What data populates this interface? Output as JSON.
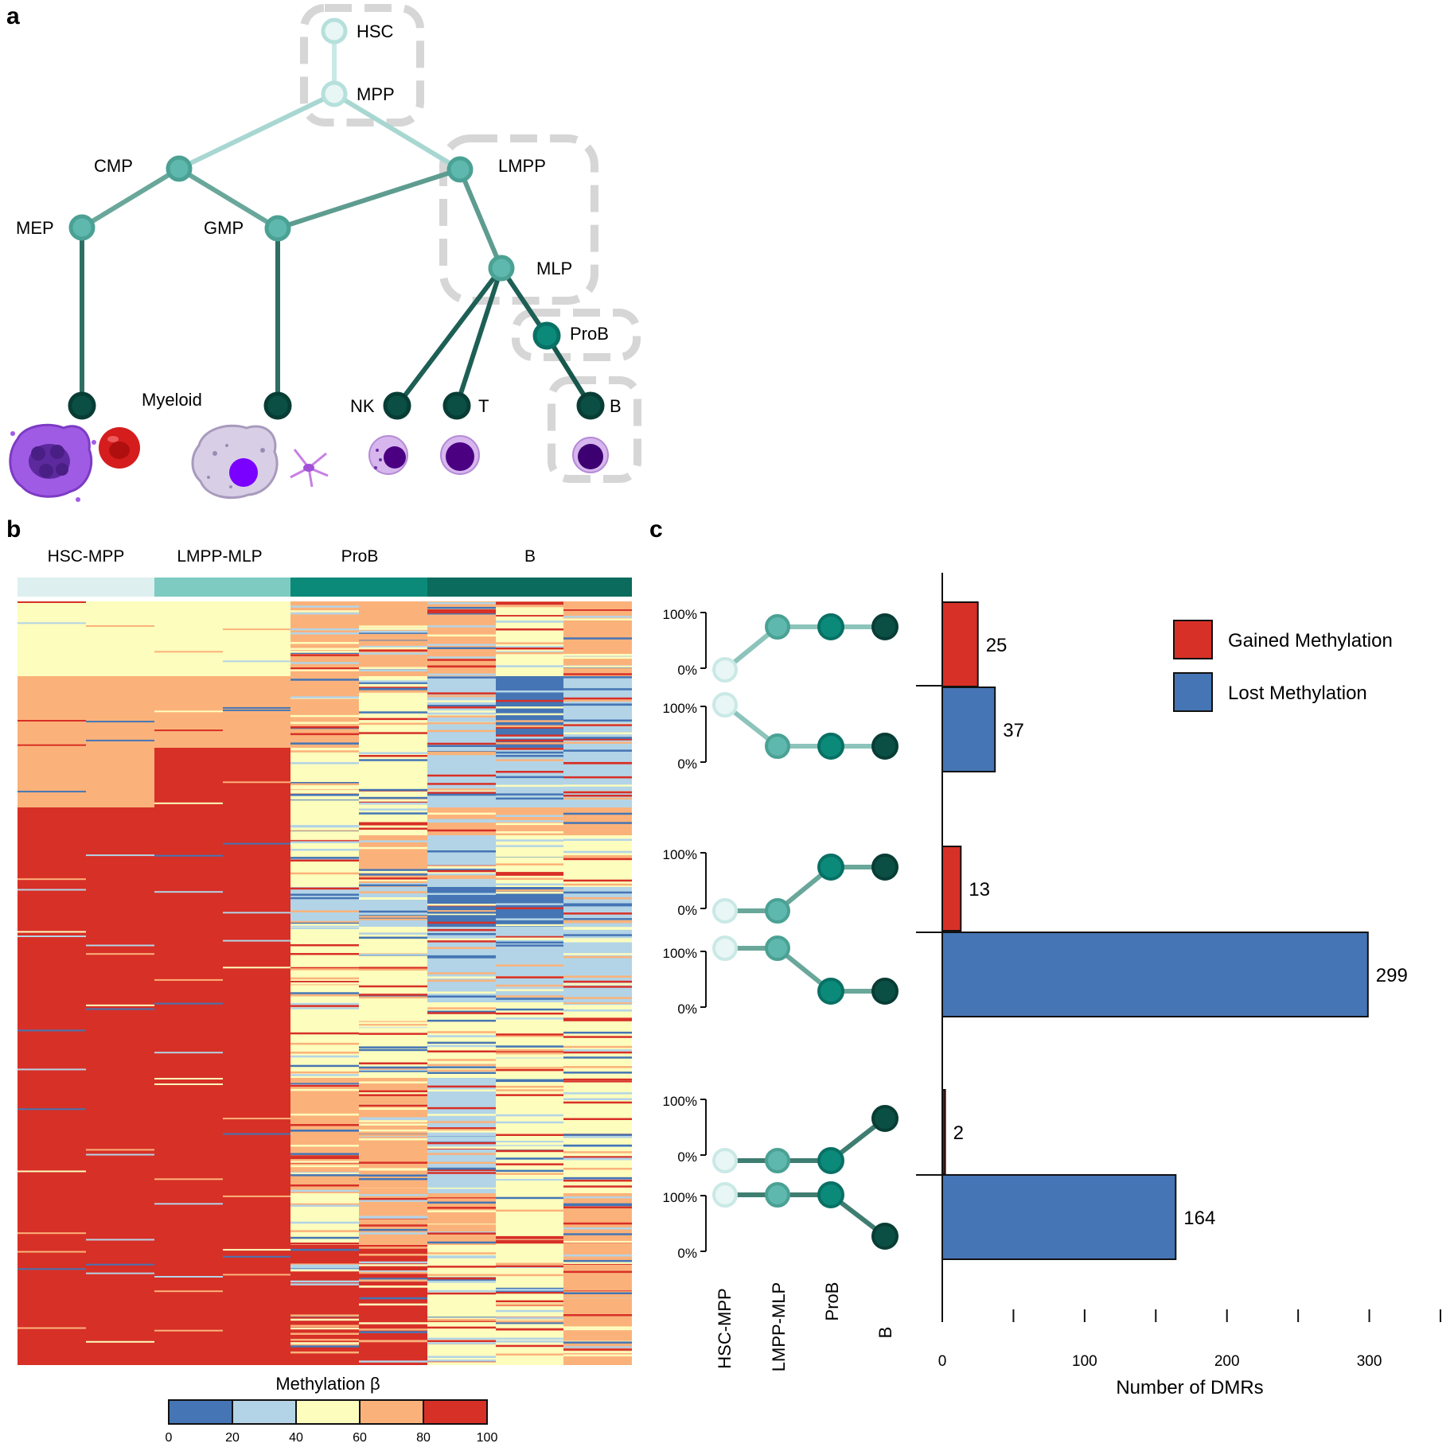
{
  "panels": {
    "a": "a",
    "b": "b",
    "c": "c"
  },
  "tree": {
    "nodes": {
      "hsc": "HSC",
      "mpp": "MPP",
      "cmp": "CMP",
      "lmpp": "LMPP",
      "mep": "MEP",
      "gmp": "GMP",
      "mlp": "MLP",
      "prob": "ProB",
      "nk": "NK",
      "t": "T",
      "b": "B"
    },
    "group_label": "Myeloid",
    "colors": {
      "light": "#c9e9e6",
      "mid": "#5fb8ad",
      "teal": "#0b8a7a",
      "dark": "#0b4f44"
    }
  },
  "heatmap": {
    "groups": [
      {
        "label": "HSC-MPP",
        "color": "#ddf0ef"
      },
      {
        "label": "LMPP-MLP",
        "color": "#7ecbc1"
      },
      {
        "label": "ProB",
        "color": "#0b8a7a"
      },
      {
        "label": "B",
        "color": "#0b6b5c"
      }
    ],
    "legend_title": "Methylation β",
    "legend_ticks": [
      "0",
      "20",
      "40",
      "60",
      "80",
      "100"
    ],
    "colors": [
      "#4575b4",
      "#b3d4e6",
      "#fdfdbd",
      "#fbb27a",
      "#d73027"
    ]
  },
  "patterns": {
    "pct_high": "100%",
    "pct_low": "0%",
    "stages": [
      "HSC-MPP",
      "LMPP-MLP",
      "ProB",
      "B"
    ]
  },
  "chart_data": {
    "type": "bar",
    "orientation": "horizontal",
    "categories": [
      "Gained at LMPP-MLP",
      "Lost at LMPP-MLP",
      "Gained at ProB",
      "Lost at ProB",
      "Gained at B",
      "Lost at B"
    ],
    "series": [
      {
        "name": "Gained Methylation",
        "color": "#d73027",
        "values": [
          25,
          null,
          13,
          null,
          2,
          null
        ]
      },
      {
        "name": "Lost Methylation",
        "color": "#4575b4",
        "values": [
          null,
          37,
          null,
          299,
          null,
          164
        ]
      }
    ],
    "data_labels": [
      "25",
      "37",
      "13",
      "299",
      "2",
      "164"
    ],
    "xlabel": "Number of DMRs",
    "xticks": [
      "0",
      "100",
      "200",
      "300"
    ],
    "xlim": [
      0,
      350
    ],
    "legend_position": "top-right"
  }
}
